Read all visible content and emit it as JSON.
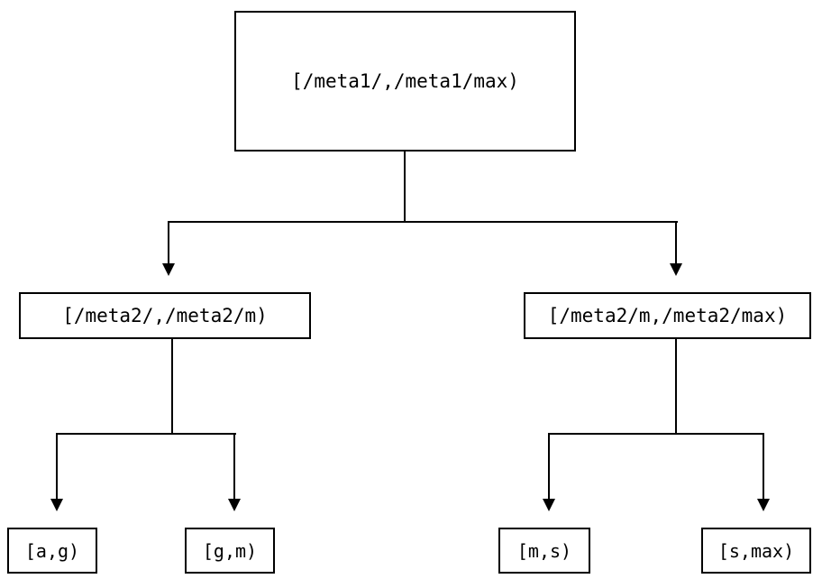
{
  "diagram": {
    "type": "tree",
    "orientation": "top-down",
    "background_color": "#ffffff",
    "line_color": "#000000",
    "text_color": "#000000",
    "nodes": {
      "root": {
        "label": "[/meta1/,/meta1/max)",
        "level": 0
      },
      "mid_left": {
        "label": "[/meta2/,/meta2/m)",
        "level": 1
      },
      "mid_right": {
        "label": "[/meta2/m,/meta2/max)",
        "level": 1
      },
      "leaf_ag": {
        "label": "[a,g)",
        "level": 2
      },
      "leaf_gm": {
        "label": "[g,m)",
        "level": 2
      },
      "leaf_ms": {
        "label": "[m,s)",
        "level": 2
      },
      "leaf_smax": {
        "label": "[s,max)",
        "level": 2
      }
    },
    "edges": [
      {
        "from": "root",
        "to": "mid_left",
        "arrow": "down-triangle"
      },
      {
        "from": "root",
        "to": "mid_right",
        "arrow": "down-triangle"
      },
      {
        "from": "mid_left",
        "to": "leaf_ag",
        "arrow": "down-triangle"
      },
      {
        "from": "mid_left",
        "to": "leaf_gm",
        "arrow": "down-triangle"
      },
      {
        "from": "mid_right",
        "to": "leaf_ms",
        "arrow": "down-triangle"
      },
      {
        "from": "mid_right",
        "to": "leaf_smax",
        "arrow": "down-triangle"
      }
    ]
  }
}
